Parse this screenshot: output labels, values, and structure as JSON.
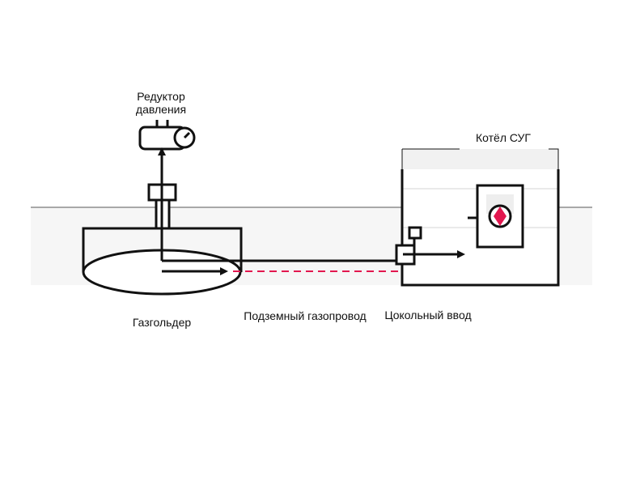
{
  "labels": {
    "reducer_line1": "Редуктор",
    "reducer_line2": "давления",
    "boiler": "Котёл СУГ",
    "gasholder": "Газгольдер",
    "pipeline": "Подземный газопровод",
    "inlet": "Цокольный ввод"
  },
  "colors": {
    "stroke": "#111111",
    "accent": "#e2174f",
    "ground": "#f6f6f6"
  }
}
